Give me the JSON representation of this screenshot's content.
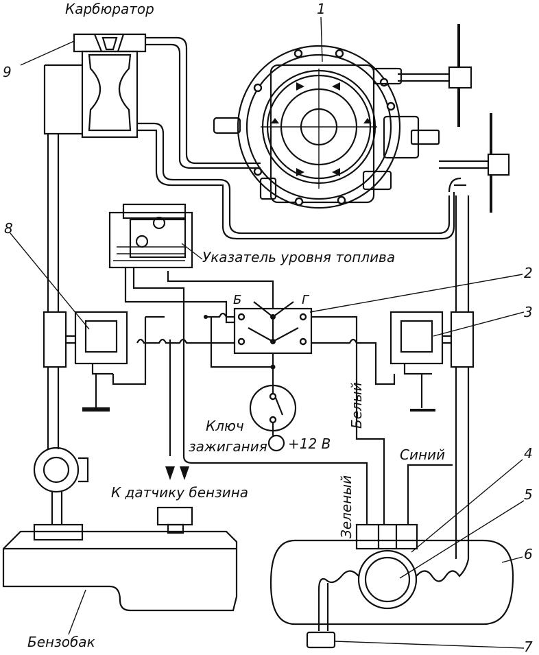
{
  "labels": {
    "carburetor": "Карбюратор",
    "fuel_gauge": "Указатель уровня топлива",
    "ignition_key_line1": "Ключ",
    "ignition_key_line2": "зажигания",
    "voltage": "+12 В",
    "to_fuel_sensor": "К датчику бензина",
    "fuel_tank": "Бензобак",
    "wire_white": "Белый",
    "wire_blue": "Синий",
    "wire_green": "Зеленый",
    "switch_b": "Б",
    "switch_g": "Г"
  },
  "callouts": [
    "1",
    "2",
    "3",
    "4",
    "5",
    "6",
    "7",
    "8",
    "9"
  ]
}
